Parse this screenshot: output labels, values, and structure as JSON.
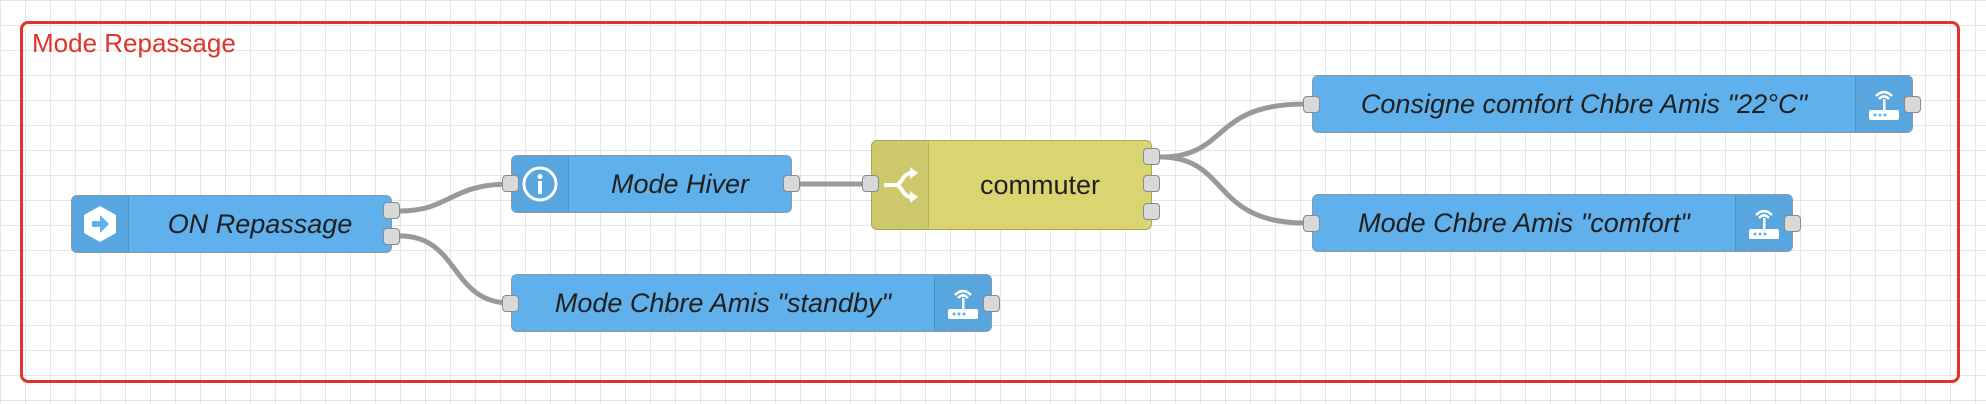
{
  "group": {
    "label": "Mode Repassage",
    "color": "#e0342b"
  },
  "nodes": {
    "on_repassage": {
      "label": "ON Repassage",
      "icon": "inject-arrow-icon"
    },
    "mode_hiver": {
      "label": "Mode Hiver",
      "icon": "info-icon"
    },
    "commuter": {
      "label": "commuter",
      "icon": "switch-icon"
    },
    "consigne": {
      "label": "Consigne comfort Chbre Amis \"22°C\"",
      "icon": "router-icon"
    },
    "mode_comfort": {
      "label": "Mode Chbre Amis \"comfort\"",
      "icon": "router-icon"
    },
    "mode_standby": {
      "label": "Mode Chbre Amis \"standby\"",
      "icon": "router-icon"
    }
  },
  "colors": {
    "node_blue": "#5fb0eb",
    "node_yellow": "#dad571",
    "wire": "#999999",
    "port": "#d9d9d9"
  }
}
